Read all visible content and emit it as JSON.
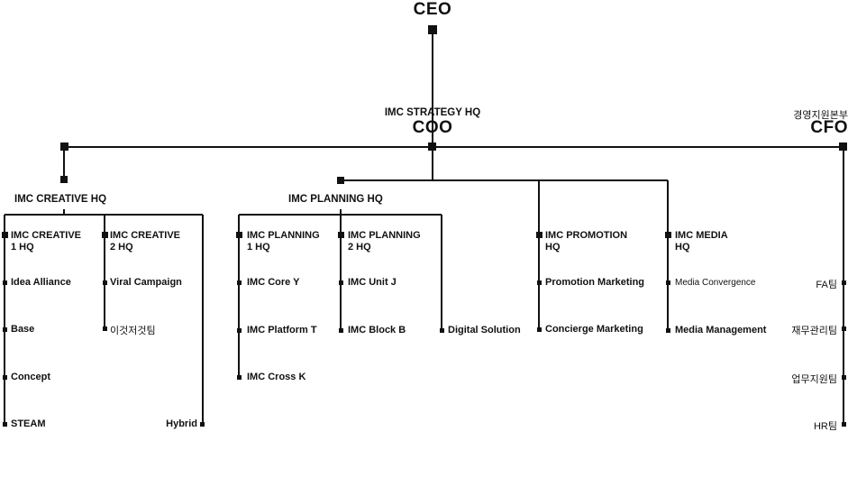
{
  "colors": {
    "line": "#111111",
    "text": "#111111",
    "background": "#ffffff"
  },
  "top": {
    "ceo": "CEO",
    "coo_caption": "IMC STRATEGY HQ",
    "coo": "COO",
    "cfo_caption": "경영지원본부",
    "cfo": "CFO"
  },
  "creative": {
    "hq": "IMC CREATIVE HQ",
    "unit1": "IMC CREATIVE\n1 HQ",
    "unit1_teams": [
      "Idea Alliance",
      "Base",
      "Concept",
      "STEAM"
    ],
    "unit2": "IMC CREATIVE\n2 HQ",
    "unit2_teams": [
      "Viral Campaign",
      "이것저것팀"
    ],
    "hybrid": "Hybrid"
  },
  "planning": {
    "hq": "IMC PLANNING HQ",
    "unit1": "IMC PLANNING\n1 HQ",
    "unit1_teams": [
      "IMC Core Y",
      "IMC Platform T",
      "IMC Cross K"
    ],
    "unit2": "IMC PLANNING\n2 HQ",
    "unit2_teams": [
      "IMC Unit J",
      "IMC Block B"
    ],
    "digital": "Digital Solution"
  },
  "promotion": {
    "hq": "IMC PROMOTION\nHQ",
    "teams": [
      "Promotion Marketing",
      "Concierge Marketing"
    ]
  },
  "media": {
    "hq": "IMC MEDIA\nHQ",
    "teams": [
      "Media Convergence",
      "Media Management"
    ]
  },
  "cfo_teams": [
    "FA팀",
    "재무관리팀",
    "업무지원팀",
    "HR팀"
  ]
}
